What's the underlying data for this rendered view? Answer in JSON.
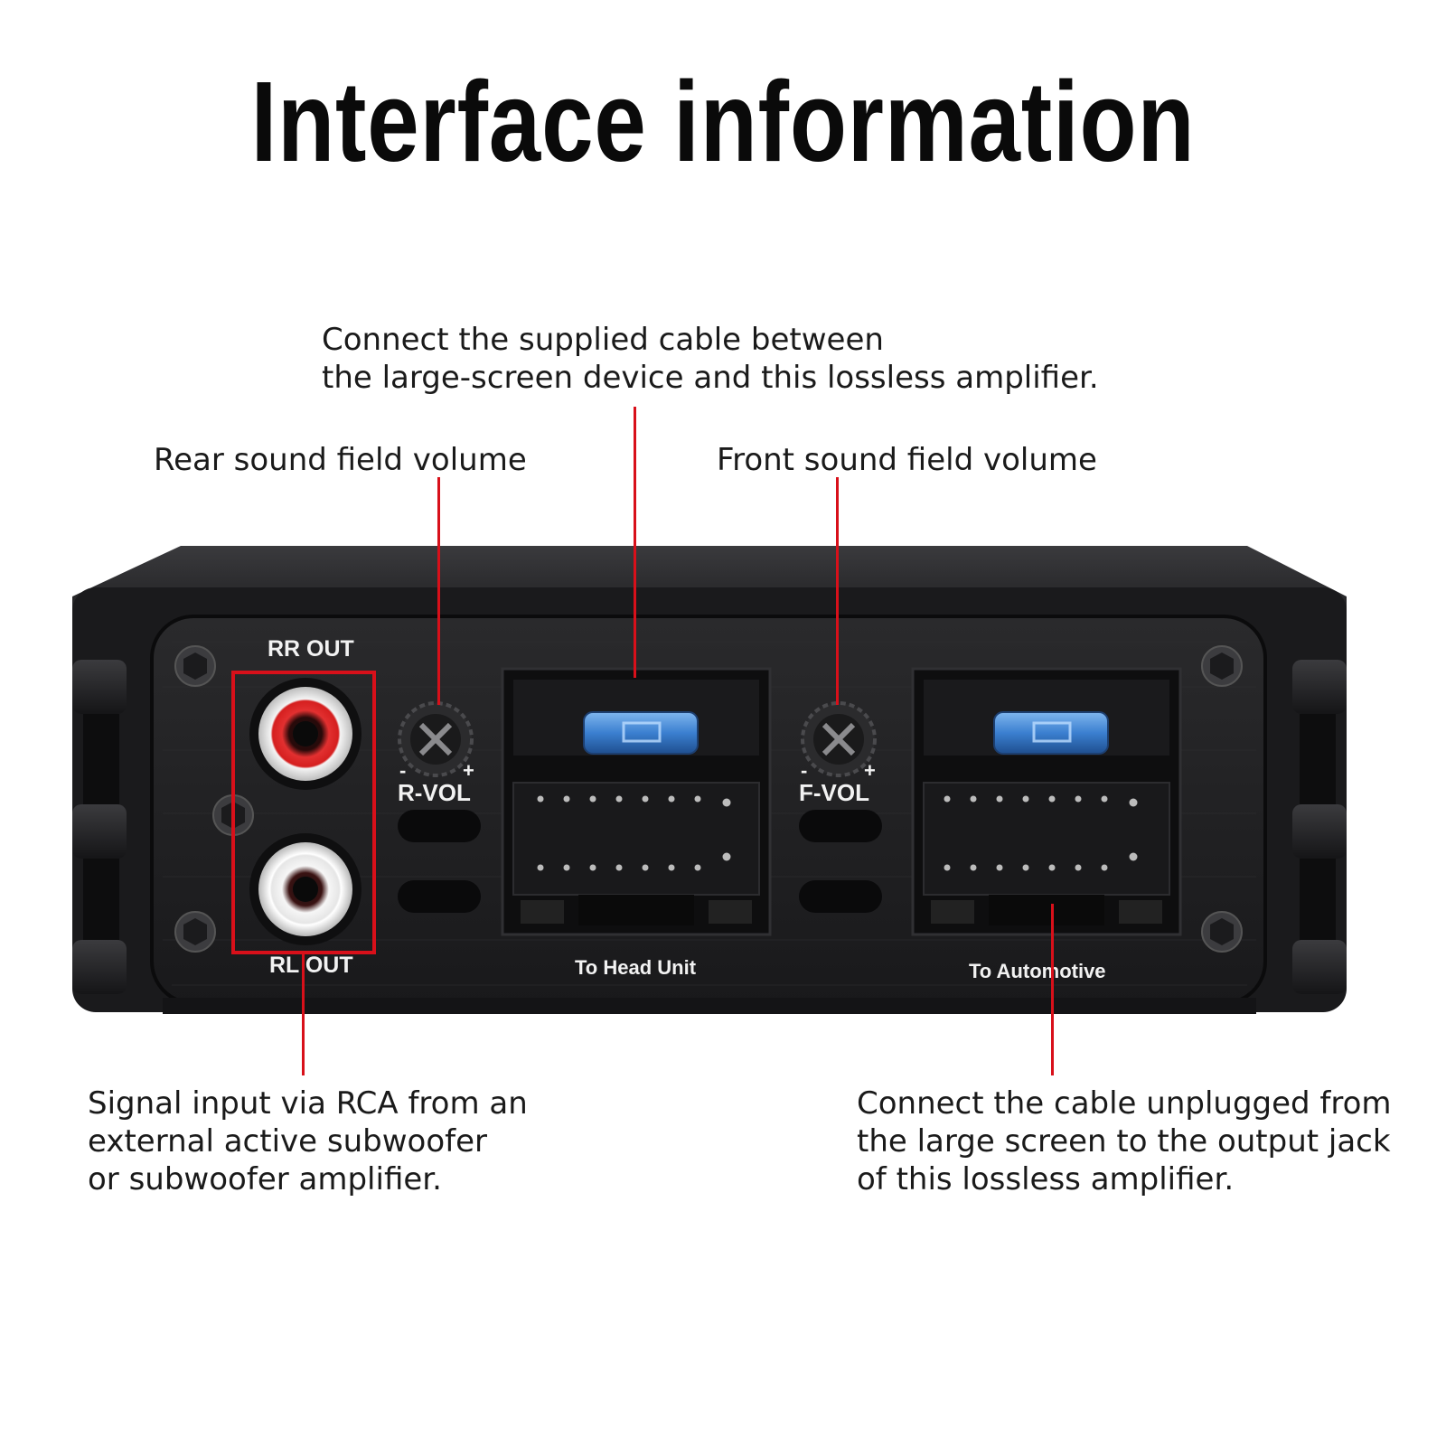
{
  "title": "Interface information",
  "callouts": {
    "head_unit_cable": [
      "Connect the supplied cable between",
      "the large-screen device and this lossless amplifier."
    ],
    "rear_volume": "Rear sound field volume",
    "front_volume": "Front sound field volume",
    "rca_input": [
      "Signal input via RCA from an",
      "external active subwoofer",
      "or subwoofer amplifier."
    ],
    "automotive_cable": [
      "Connect the cable unplugged from",
      "the large screen to the output jack",
      "of this lossless amplifier."
    ]
  },
  "panel": {
    "rr_out": "RR OUT",
    "rl_out": "RL OUT",
    "r_vol": "R-VOL",
    "f_vol": "F-VOL",
    "minus": "-",
    "plus": "+",
    "to_head_unit": "To Head Unit",
    "to_automotive": "To Automotive"
  },
  "colors": {
    "accent_red": "#d8101a",
    "chassis": "#1c1c1e",
    "fuse_blue": "#3b7fd0",
    "rca_red": "#d51f1f",
    "rca_white": "#f2f2f2"
  },
  "icons": [
    "hex-screw-icon",
    "rca-jack-icon",
    "volume-knob-icon",
    "fuse-icon",
    "connector-icon"
  ]
}
